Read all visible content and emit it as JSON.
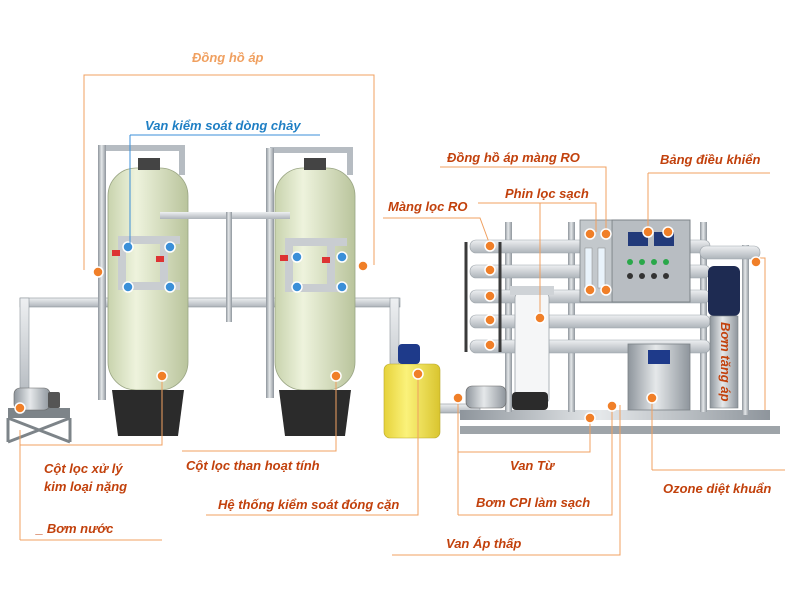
{
  "labels": {
    "pressure_gauge": "Đồng hồ áp",
    "flow_valve": "Van kiểm soát dòng chảy",
    "ro_pressure_gauge": "Đồng hồ áp màng RO",
    "control_panel": "Bảng điều khiển",
    "clean_filter": "Phin lọc sạch",
    "ro_membrane": "Màng lọc RO",
    "booster_pump": "Bơm tăng áp",
    "heavy_metal_column_line1": "Cột lọc xử lý",
    "heavy_metal_column_line2": "kim loại nặng",
    "carbon_column": "Cột lọc than hoạt tính",
    "water_pump": "Bơm nước",
    "scale_control": "Hệ thống kiểm soát đóng cặn",
    "solenoid_valve": "Van Từ",
    "cip_pump": "Bơm CPI làm sạch",
    "ozone": "Ozone diệt khuẩn",
    "low_pressure_valve": "Van Áp thấp"
  },
  "colors": {
    "accent": "#f07f28",
    "label_text": "#c2410c",
    "valve_blue": "#3b8fd8",
    "tank": "#dfe8c9",
    "steel": "#b9bec4",
    "pipe": "#d7dbe0",
    "dosing_tank": "#f2e35a"
  }
}
